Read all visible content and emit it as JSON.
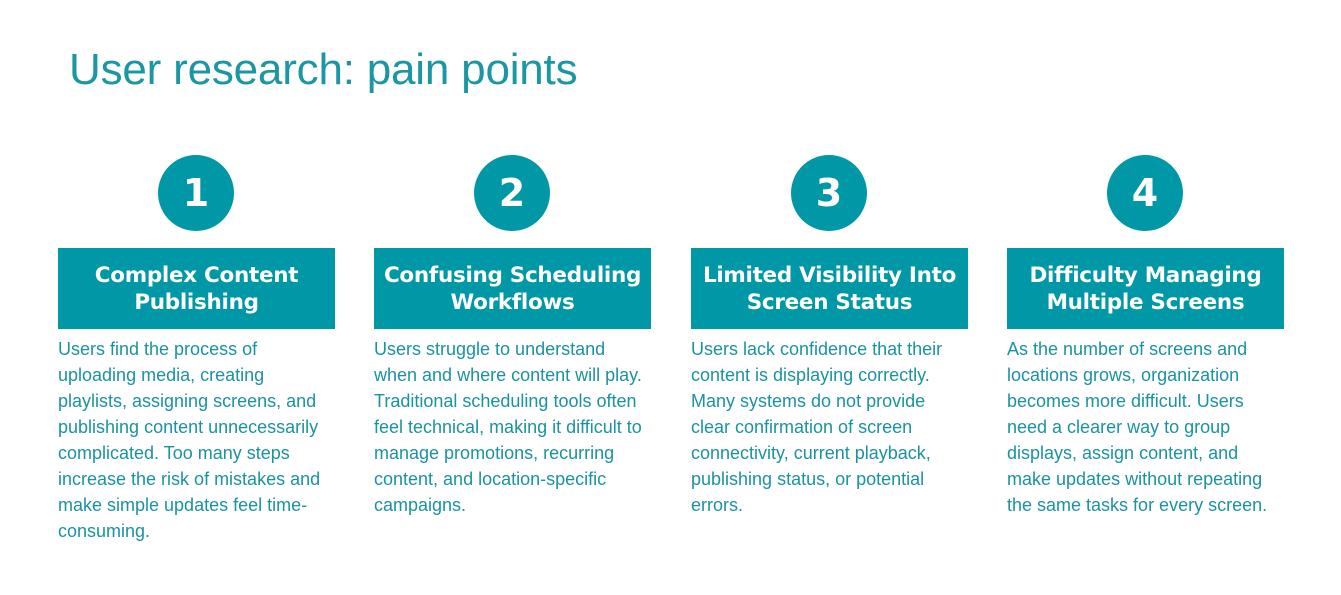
{
  "colors": {
    "accent": "#0097A7",
    "title": "#1A97A3",
    "body_text": "#1A93A0",
    "white": "#FFFFFF"
  },
  "title": "User research: pain points",
  "pain_points": [
    {
      "number": "1",
      "heading": "Complex Content Publishing",
      "description": "Users find the process of uploading media, creating playlists, assigning screens, and publishing content unnecessarily complicated. Too many steps increase the risk of mistakes and make simple updates feel time-consuming."
    },
    {
      "number": "2",
      "heading": "Confusing Scheduling Workflows",
      "description": "Users struggle to understand when and where content will play. Traditional scheduling tools often feel technical, making it difficult to manage promotions, recurring content, and location-specific campaigns."
    },
    {
      "number": "3",
      "heading": "Limited Visibility Into Screen Status",
      "description": "Users lack confidence that their content is displaying correctly. Many systems do not provide clear confirmation of screen connectivity, current playback, publishing status, or potential errors."
    },
    {
      "number": "4",
      "heading": "Difficulty Managing Multiple Screens",
      "description": "As the number of screens and locations grows, organization becomes more difficult. Users need a clearer way to group displays, assign content, and make updates without repeating the same tasks for every screen."
    }
  ]
}
